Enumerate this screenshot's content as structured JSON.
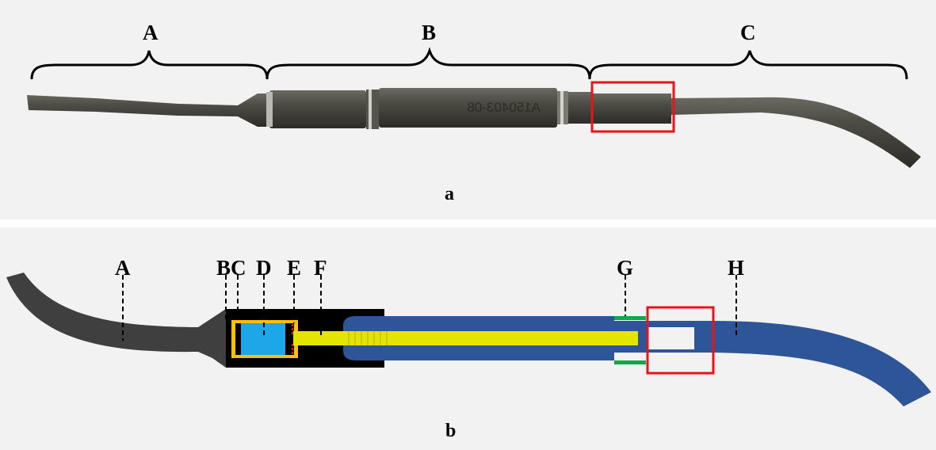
{
  "panel_a": {
    "caption": "a",
    "labels": {
      "a": "A",
      "b": "B",
      "c": "C"
    },
    "serial_number": "A150403-08"
  },
  "panel_b": {
    "caption": "b",
    "labels": {
      "a": "A",
      "bc": "BC",
      "d": "D",
      "e": "E",
      "f": "F",
      "g": "G",
      "h": "H"
    }
  },
  "colors": {
    "background": "#f2f2f2",
    "highlight_box": "#e8141d",
    "device_dark": "#47463f",
    "section_housing": "#000000",
    "section_a": "#3f3f3f",
    "section_h": "#2e5597",
    "block_d": "#1ea7e8",
    "part_c": "#ffc000",
    "screw_f": "#e3e500",
    "part_g": "#12a84a"
  }
}
